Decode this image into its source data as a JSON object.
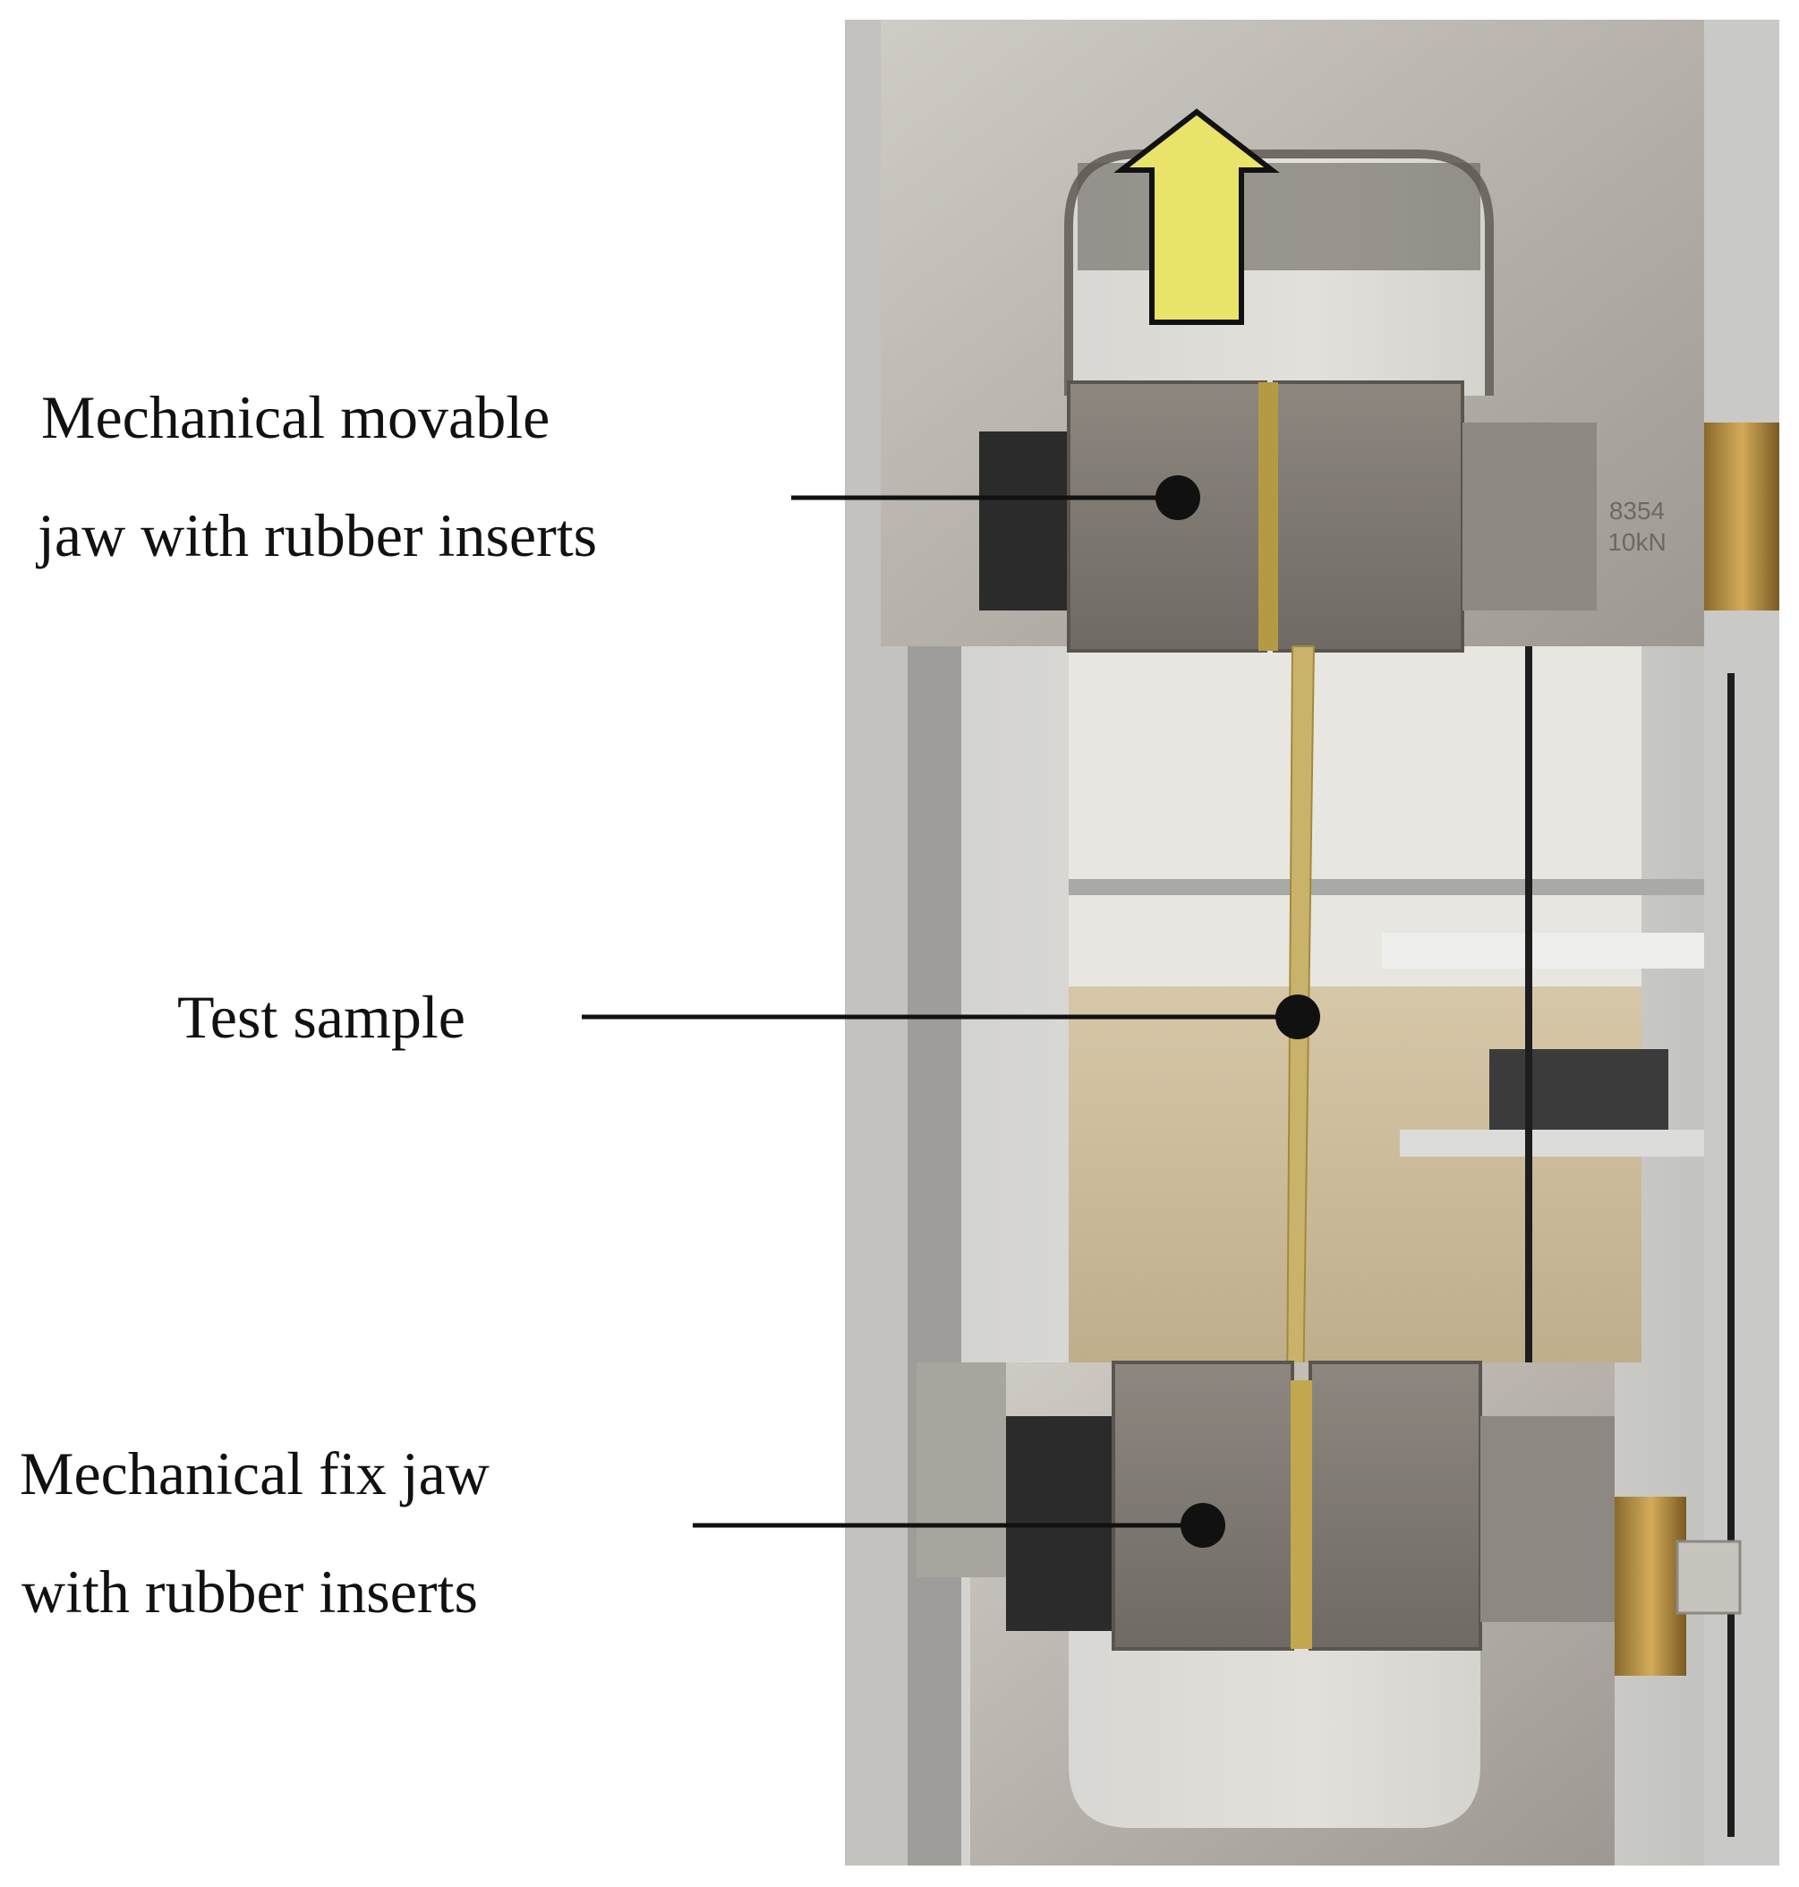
{
  "labels": {
    "movable_jaw_line1": "Mechanical movable",
    "movable_jaw_line2": "jaw with rubber inserts",
    "test_sample": "Test sample",
    "fix_jaw_line1": "Mechanical fix jaw",
    "fix_jaw_line2": "with rubber inserts"
  },
  "grip_marking": {
    "line1": "8354",
    "line2": "10kN"
  },
  "arrow": {
    "icon": "up-arrow-icon",
    "color": "#e9e36a"
  }
}
